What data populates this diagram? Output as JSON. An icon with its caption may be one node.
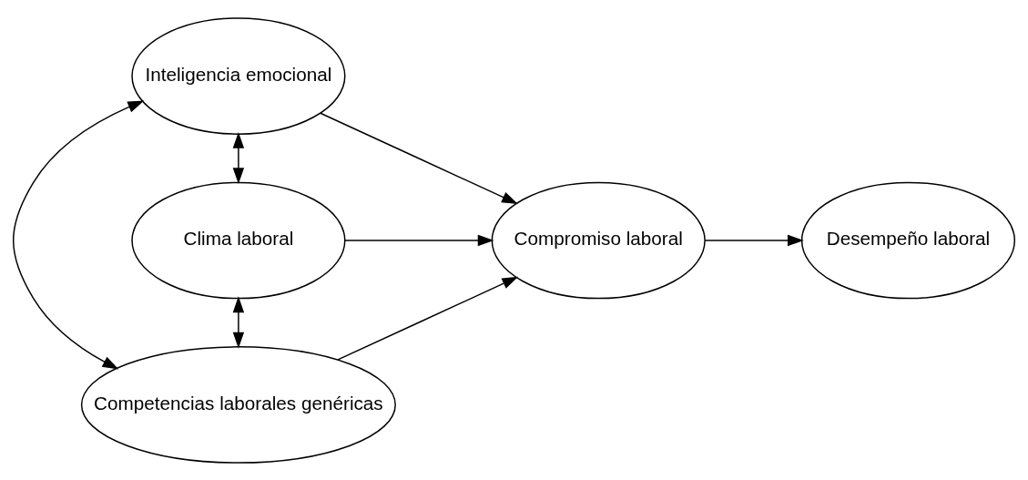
{
  "diagram": {
    "nodes": [
      {
        "text": [
          "Inteligencia emocional"
        ]
      },
      {
        "text": [
          "Clima laboral"
        ]
      },
      {
        "text": [
          "Competencias laborales genéricas"
        ]
      },
      {
        "text": [
          "Compromiso laboral"
        ]
      },
      {
        "text": [
          "Desempeño laboral"
        ]
      }
    ],
    "edges": [
      {
        "from": 0,
        "to": 3,
        "arrow": "to"
      },
      {
        "from": 1,
        "to": 3,
        "arrow": "to"
      },
      {
        "from": 2,
        "to": 3,
        "arrow": "to"
      },
      {
        "from": 3,
        "to": 4,
        "arrow": "to"
      },
      {
        "from": 0,
        "to": 1,
        "arrow": "both"
      },
      {
        "from": 1,
        "to": 2,
        "arrow": "both"
      },
      {
        "from": 0,
        "to": 2,
        "arrow": "both"
      }
    ]
  }
}
